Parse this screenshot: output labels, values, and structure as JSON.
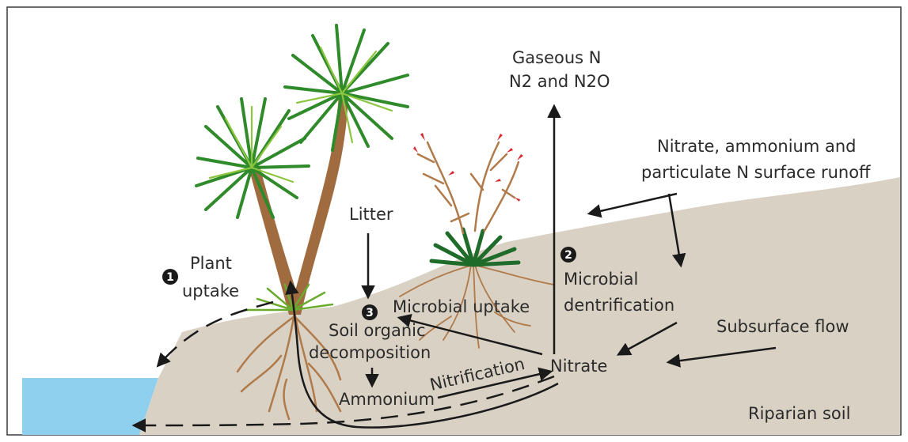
{
  "diagram": {
    "labels": {
      "gaseous_n": "Gaseous N",
      "n2_and_n2o": "N2 and N2O",
      "runoff_line1": "Nitrate, ammonium and",
      "runoff_line2": "particulate N surface runoff",
      "litter": "Litter",
      "plant_uptake_line1": "Plant",
      "plant_uptake_line2": "uptake",
      "microbial_uptake": "Microbial uptake",
      "microbial_line1": "Microbial",
      "microbial_line2": "dentrification",
      "subsurface_flow": "Subsurface flow",
      "soil_organic_line1": "Soil organic",
      "soil_organic_line2": "decomposition",
      "nitrification": "Nitrification",
      "nitrate": "Nitrate",
      "ammonium": "Ammonium",
      "riparian_soil": "Riparian soil"
    },
    "markers": {
      "one": "1",
      "two": "2",
      "three": "3"
    },
    "colors": {
      "soil": "#d9d1c4",
      "water": "#8fd0ee",
      "arrow": "#1a1a1a",
      "trunk": "#a06b3f",
      "foliage": "#2f8a2a",
      "flax_flower": "#d8262e"
    }
  }
}
